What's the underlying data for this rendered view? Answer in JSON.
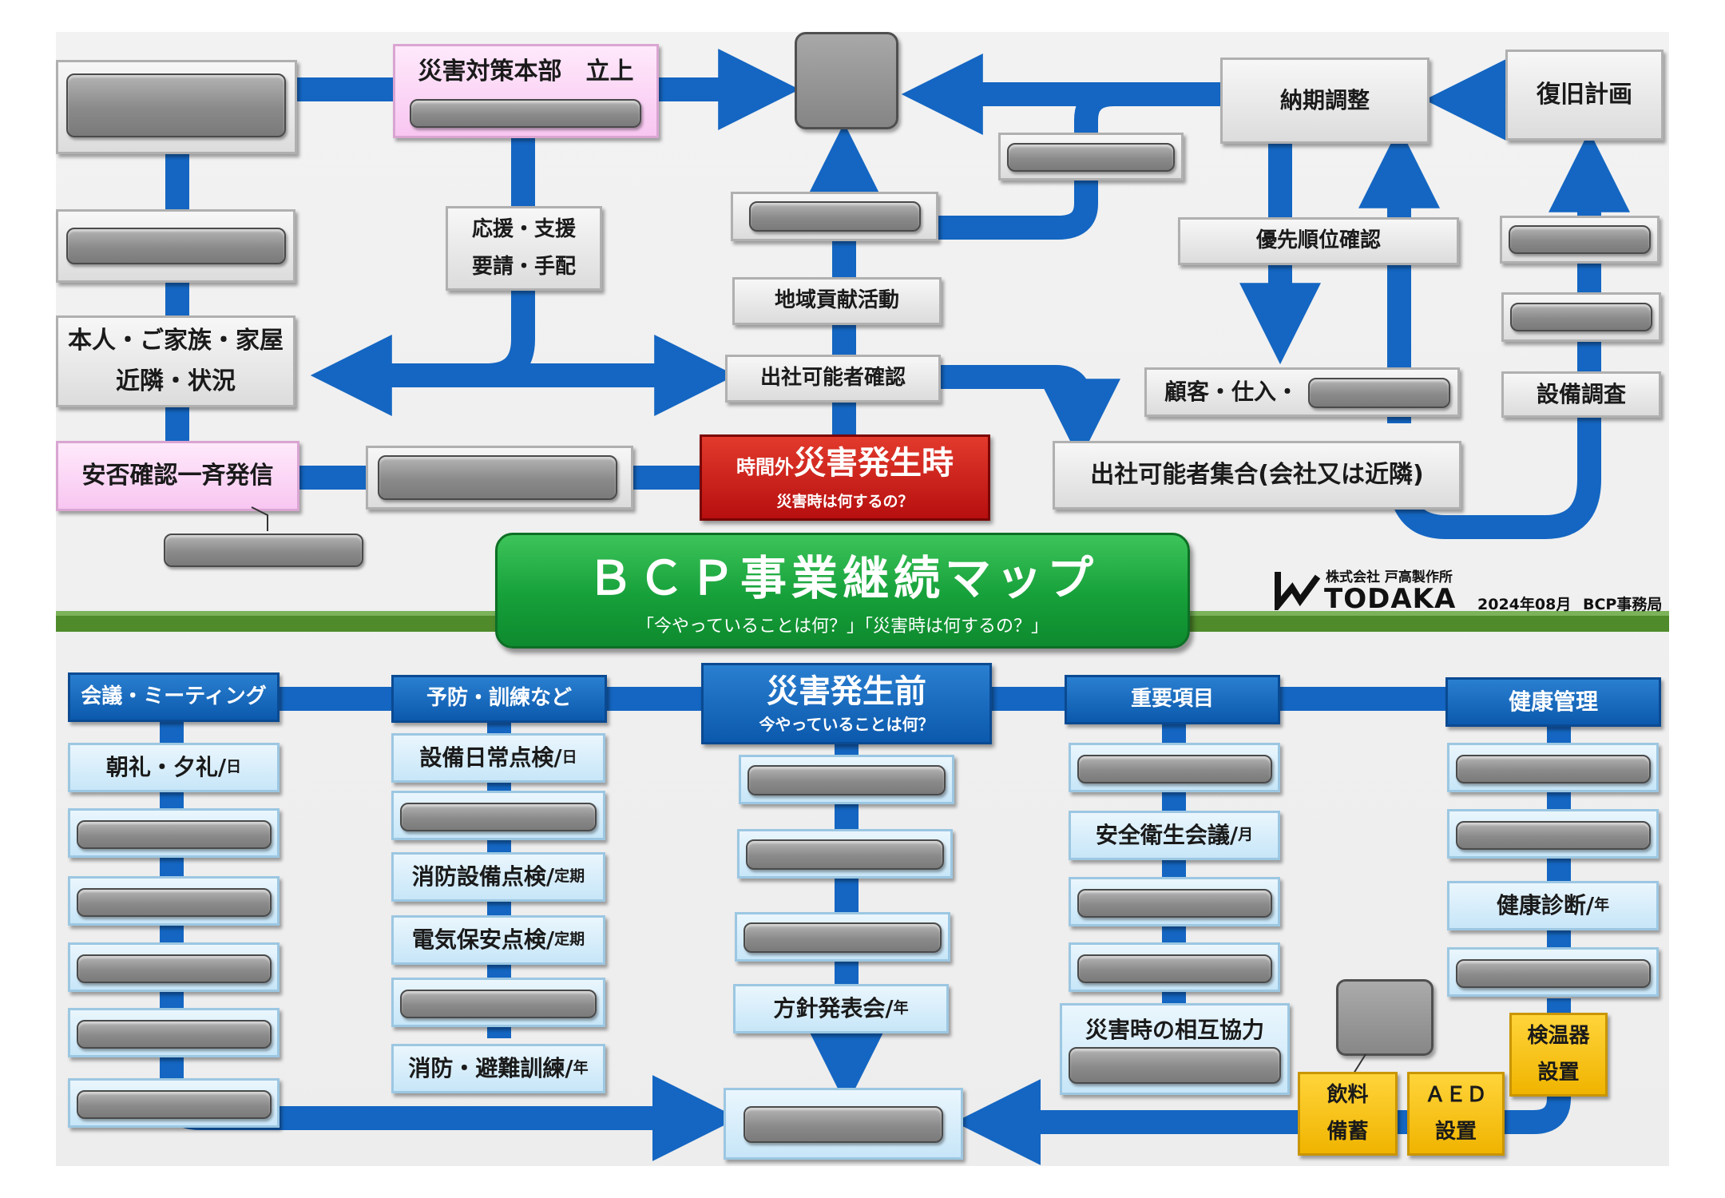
{
  "title": "ＢＣＰ事業継続マップ",
  "subtitle": "「今やっていることは何？」「災害時は何するの？」",
  "company": {
    "name_jp": "株式会社 戸高製作所",
    "name_en": "TODAKA",
    "date": "2024年08月",
    "org": "BCP事務局"
  },
  "colors": {
    "flow": "#1466c2",
    "divider": "#4f8a2b",
    "disaster_red": "#c8161b",
    "map_green": "#1fa744"
  },
  "disaster": {
    "prefix": "時間外",
    "title": "災害発生時",
    "subtitle": "災害時は何するの？",
    "hq": "災害対策本部　立上",
    "support": [
      "応援・支援",
      "要請・手配"
    ],
    "family": [
      "本人・ご家族・家屋",
      "近隣・状況"
    ],
    "safety": "安否確認一斉発信",
    "community": "地域貢献活動",
    "staff_check": "出社可能者確認",
    "assembly": "出社可能者集合(会社又は近隣)",
    "delivery": "納期調整",
    "recovery": "復旧計画",
    "priority": "優先順位確認",
    "customers": "顧客・仕入・",
    "equipment_survey": "設備調査"
  },
  "before": {
    "title": "災害発生前",
    "subtitle": "今やっていることは何？",
    "meetings": {
      "header": "会議・ミーティング",
      "items": [
        {
          "main": "朝礼・夕礼/",
          "suffix": "日"
        }
      ]
    },
    "prevention": {
      "header": "予防・訓練など",
      "items": [
        {
          "main": "設備日常点検/",
          "suffix": "日"
        },
        {
          "main": "消防設備点検/",
          "suffix": "定期"
        },
        {
          "main": "電気保安点検/",
          "suffix": "定期"
        },
        {
          "main": "消防・避難訓練/",
          "suffix": "年"
        }
      ]
    },
    "center": {
      "items": [
        {
          "main": "方針発表会/",
          "suffix": "年"
        }
      ]
    },
    "important": {
      "header": "重要項目",
      "items": [
        {
          "main": "安全衛生会議/",
          "suffix": "月"
        },
        {
          "main": "災害時の相互協力",
          "suffix": ""
        }
      ]
    },
    "health": {
      "header": "健康管理",
      "items": [
        {
          "main": "健康診断/",
          "suffix": "年"
        }
      ],
      "thermometer": [
        "検温器",
        "設置"
      ],
      "aed": [
        "ＡＥＤ",
        "設置"
      ],
      "drinks": [
        "飲料",
        "備蓄"
      ]
    }
  }
}
